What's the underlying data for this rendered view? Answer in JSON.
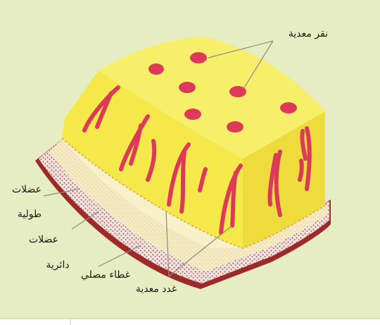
{
  "labels": {
    "gastric_pits": "نقر معدية",
    "longitudinal_muscles_1": "عضلات",
    "longitudinal_muscles_2": "طولية",
    "circular_muscles_1": "عضلات",
    "circular_muscles_2": "دائرية",
    "serous_membrane": "غطاء مصلي",
    "gastric_glands": "غدد معدية"
  },
  "colors": {
    "background": "#e6edc2",
    "mucosa": "#f4e84a",
    "mucosa_side": "#ecd83a",
    "pit": "#dd3a5a",
    "submucosa_dots": "#b86060",
    "serosa_edge": "#9c2a2a",
    "leader_line": "#8a8a8a"
  }
}
